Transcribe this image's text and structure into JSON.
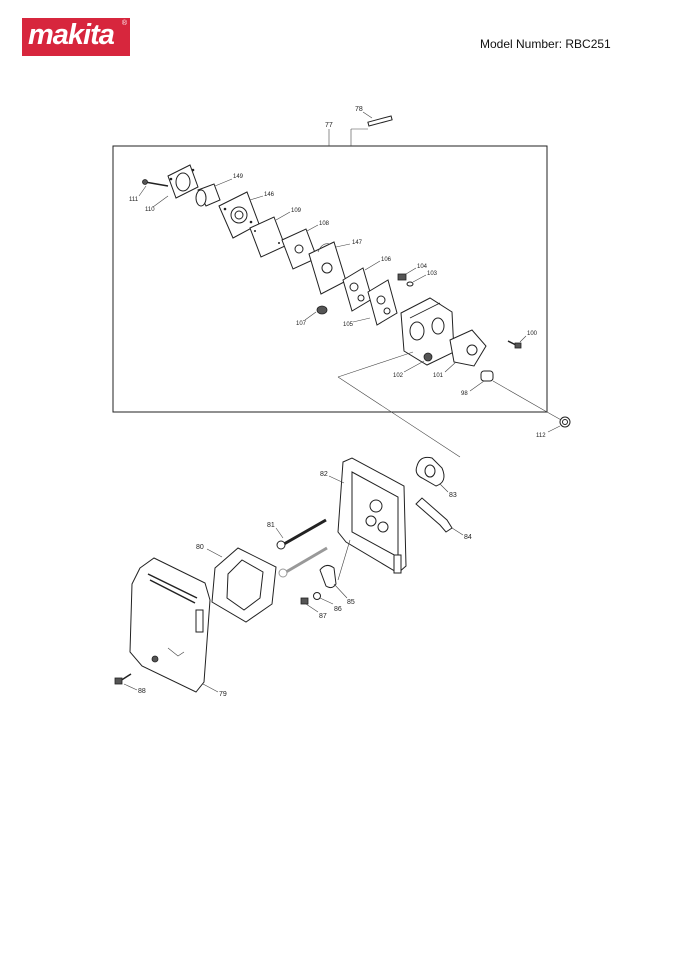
{
  "header": {
    "brand": "makita",
    "brand_mark": "®",
    "model_label": "Model Number: RBC251"
  },
  "parts": {
    "p77": "77",
    "p78": "78",
    "p79": "79",
    "p80": "80",
    "p81": "81",
    "p82": "82",
    "p83": "83",
    "p84": "84",
    "p85": "85",
    "p86": "86",
    "p87": "87",
    "p88": "88",
    "p98": "98",
    "p100": "100",
    "p101": "101",
    "p102": "102",
    "p103": "103",
    "p104": "104",
    "p105": "105",
    "p106": "106",
    "p107": "107",
    "p108": "108",
    "p109": "109",
    "p110": "110",
    "p111": "111",
    "p112": "112",
    "p146": "146",
    "p147": "147",
    "p149": "149"
  },
  "colors": {
    "brand": "#d7263d",
    "line": "#222222"
  }
}
